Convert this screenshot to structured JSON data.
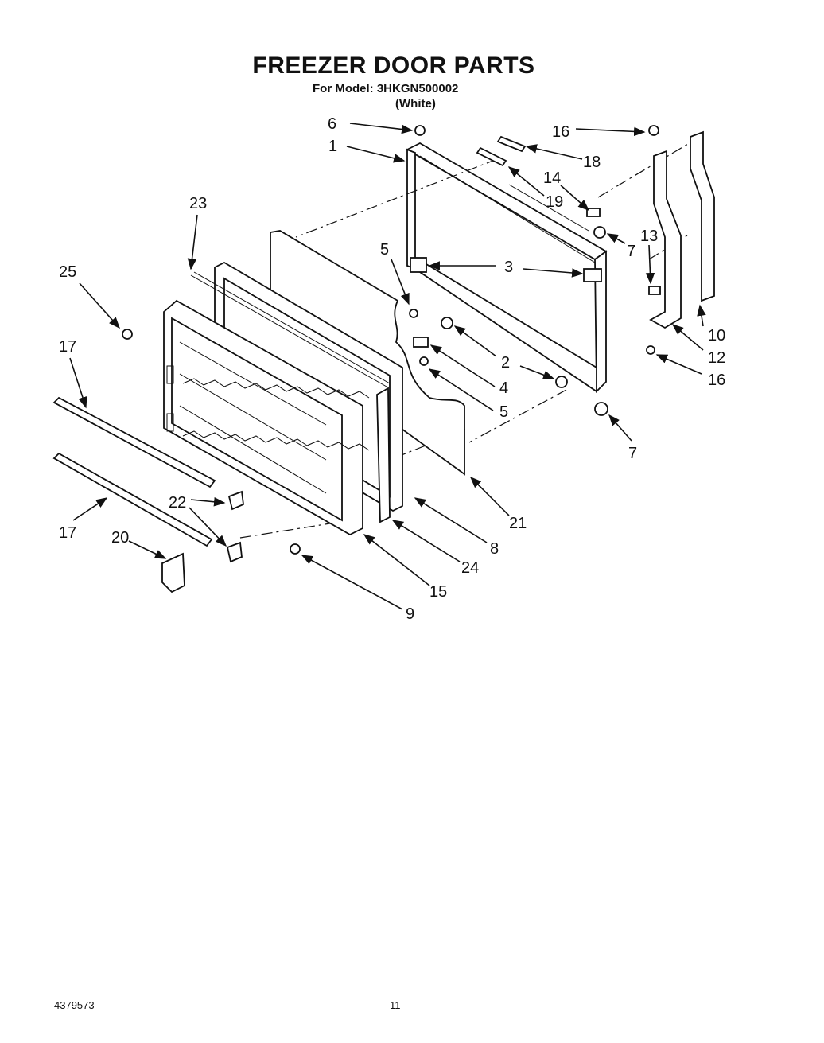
{
  "header": {
    "title": "FREEZER DOOR PARTS",
    "model_line": "For Model: 3HKGN500002",
    "variant": "(White)"
  },
  "callouts": {
    "c1": "1",
    "c2": "2",
    "c3": "3",
    "c4": "4",
    "c5": "5",
    "c5b": "5",
    "c6": "6",
    "c7": "7",
    "c7b": "7",
    "c8": "8",
    "c9": "9",
    "c10": "10",
    "c12": "12",
    "c13": "13",
    "c14": "14",
    "c15": "15",
    "c16": "16",
    "c16b": "16",
    "c17": "17",
    "c17b": "17",
    "c18": "18",
    "c19": "19",
    "c20": "20",
    "c21": "21",
    "c22": "22",
    "c23": "23",
    "c24": "24",
    "c25": "25"
  },
  "footer": {
    "document_number": "4379573",
    "page_number": "11"
  }
}
